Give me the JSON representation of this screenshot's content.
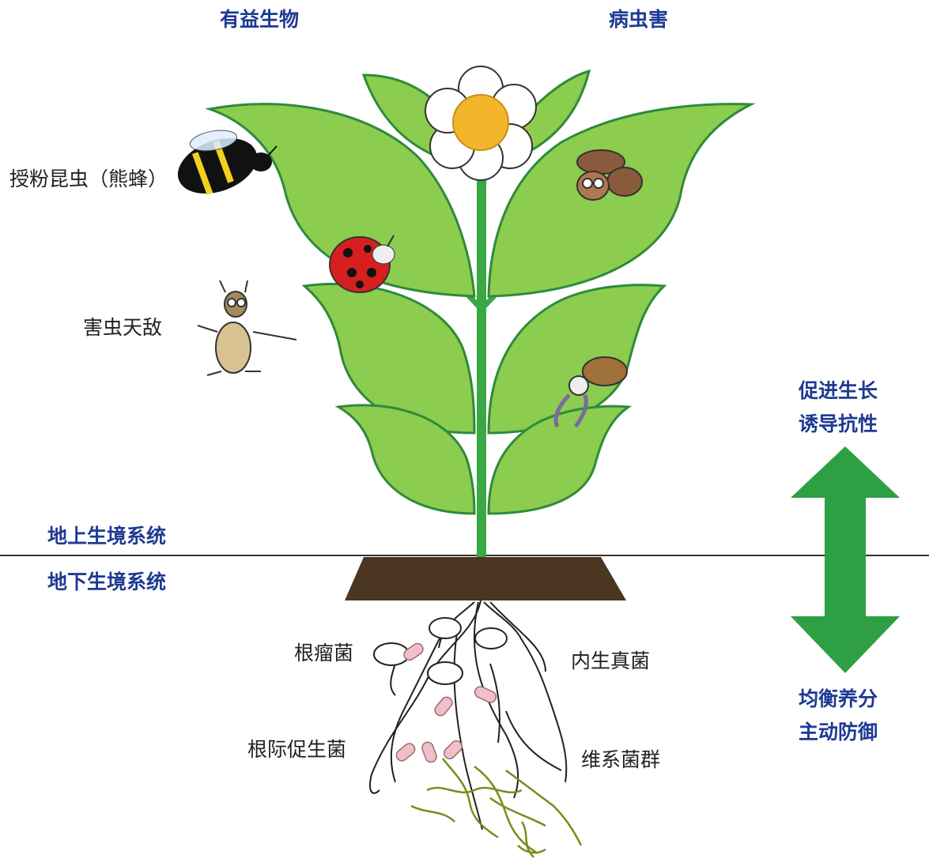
{
  "headers": {
    "beneficial": "有益生物",
    "pests": "病虫害"
  },
  "left_labels": {
    "pollinator": "授粉昆虫（熊蜂）",
    "natural_enemy": "害虫天敌"
  },
  "ecosystem": {
    "above": "地上生境系统",
    "below": "地下生境系统"
  },
  "right_top": {
    "line1": "促进生长",
    "line2": "诱导抗性"
  },
  "right_bottom": {
    "line1": "均衡养分",
    "line2": "主动防御"
  },
  "root_labels": {
    "rhizobia": "根瘤菌",
    "pgpr": "根际促生菌",
    "endophytic_fungi": "内生真菌",
    "microbiome": "维系菌群"
  },
  "colors": {
    "leaf": "#8ccc4e",
    "leaf_edge": "#2e8b3a",
    "stem": "#3aa845",
    "soil": "#4a3621",
    "arrow": "#2ea043",
    "blue_text": "#1f3a93",
    "flower_center": "#f3b62a",
    "hyphae": "#7a8c1a"
  },
  "icons": [
    "bumblebee-icon",
    "ladybug-icon",
    "beetle-icon",
    "caterpillar-icon",
    "moth-icon",
    "rhizobia-nodule-icon",
    "bacteria-rod-icon"
  ]
}
